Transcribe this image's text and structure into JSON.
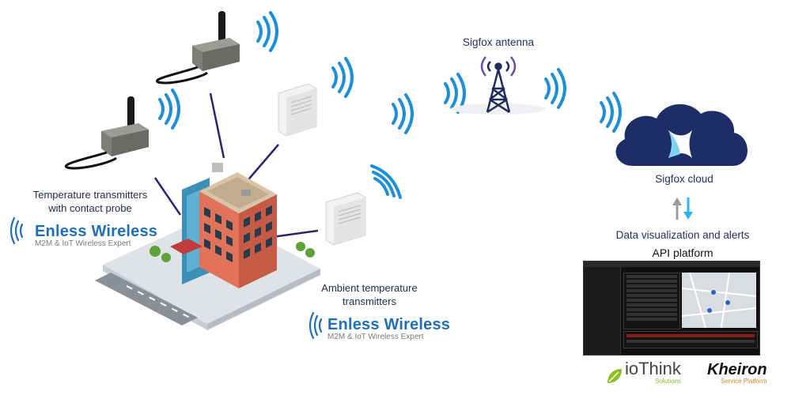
{
  "labels": {
    "sigfox_antenna": "Sigfox antenna",
    "sigfox_cloud": "Sigfox cloud",
    "data_viz": "Data visualization and alerts",
    "api_platform": "API platform",
    "temp_transmitters_line1": "Temperature transmitters",
    "temp_transmitters_line2": "with contact probe",
    "ambient_line1": "Ambient temperature",
    "ambient_line2": "transmitters"
  },
  "brands": {
    "enless_name": "Enless Wireless",
    "enless_tagline": "M2M & IoT Wireless Expert",
    "iothink_name": "ioThink",
    "iothink_sub": "Solutions",
    "kheiron_name": "Kheiron",
    "kheiron_sub": "Service Platform"
  },
  "colors": {
    "wave_blue": "#1e8fd6",
    "cloud_navy": "#1f2d66",
    "brand_blue": "#1f6fb8",
    "iothink_green": "#8cbf26"
  }
}
